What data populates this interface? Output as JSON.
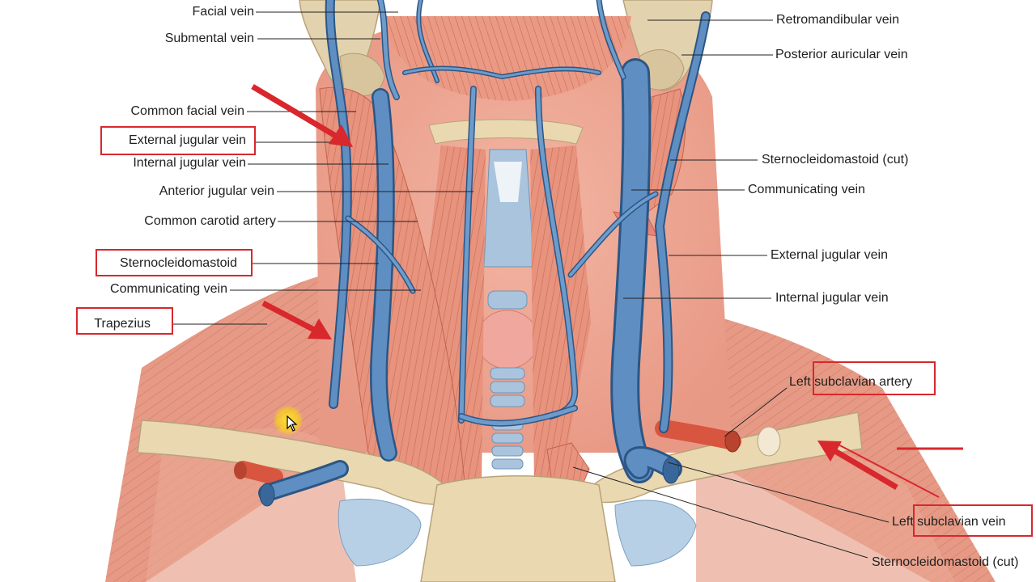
{
  "labels": {
    "left": [
      "Facial vein",
      "Submental vein",
      "Common facial vein",
      "External jugular vein",
      "Internal jugular vein",
      "Anterior jugular vein",
      "Common carotid artery",
      "Sternocleidomastoid",
      "Communicating vein",
      "Trapezius"
    ],
    "right": [
      "Retromandibular vein",
      "Posterior auricular vein",
      "Sternocleidomastoid (cut)",
      "Communicating vein",
      "External jugular vein",
      "Internal jugular vein",
      "Left subclavian artery",
      "Left subclavian vein",
      "Sternocleidomastoid (cut)"
    ]
  },
  "highlighted": [
    "External jugular vein",
    "Sternocleidomastoid",
    "Trapezius",
    "subclavian artery",
    "subclavian vein"
  ],
  "colors": {
    "annotation": "#d8272d",
    "vein": "#4f7fb3",
    "vein_dark": "#2c5685",
    "muscle": "#e8907a",
    "muscle_dark": "#c96a56",
    "bone": "#e9dcc0",
    "artery": "#d8553f",
    "label_text": "#1f1f1f"
  },
  "icons": [
    "arrow-annotation-icon",
    "cursor-highlight-icon"
  ]
}
